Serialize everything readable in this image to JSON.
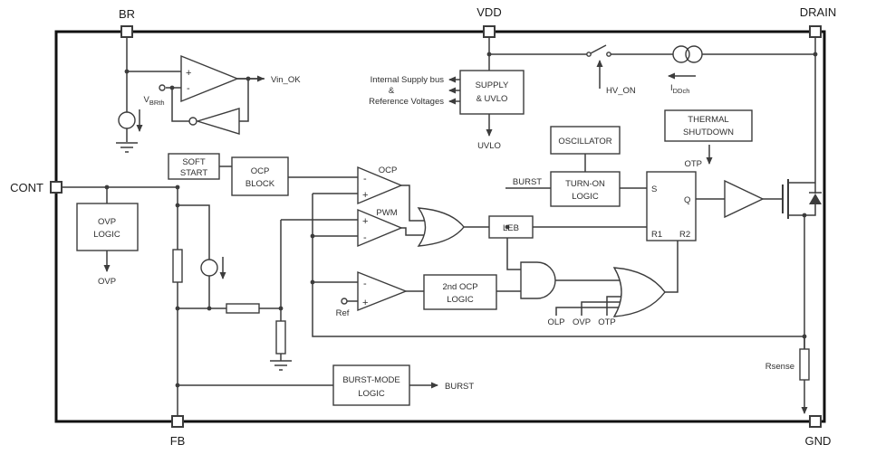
{
  "pins": {
    "br": "BR",
    "vdd": "VDD",
    "drain": "DRAIN",
    "cont": "CONT",
    "fb": "FB",
    "gnd": "GND"
  },
  "blocks": {
    "supply_line1": "SUPPLY",
    "supply_line2": "& UVLO",
    "oscillator": "OSCILLATOR",
    "thermal_line1": "THERMAL",
    "thermal_line2": "SHUTDOWN",
    "turnon_line1": "TURN-ON",
    "turnon_line2": "LOGIC",
    "soft_line1": "SOFT",
    "soft_line2": "START",
    "ocpblock_line1": "OCP",
    "ocpblock_line2": "BLOCK",
    "ovplogic_line1": "OVP",
    "ovplogic_line2": "LOGIC",
    "leb": "LEB",
    "ocp2_line1": "2nd OCP",
    "ocp2_line2": "LOGIC",
    "burst_line1": "BURST-MODE",
    "burst_line2": "LOGIC"
  },
  "signals": {
    "vin_ok": "Vin_OK",
    "vbrth_main": "V",
    "vbrth_sub": "BRth",
    "bus1": "Internal Supply bus",
    "bus2": "&",
    "bus3": "Reference Voltages",
    "uvlo": "UVLO",
    "hv_on": "HV_ON",
    "iddch_main": "I",
    "iddch_sub": "DDch",
    "otp_top": "OTP",
    "burst_in": "BURST",
    "burst_out": "BURST",
    "ff_s": "S",
    "ff_q": "Q",
    "ff_r1": "R1",
    "ff_r2": "R2",
    "ocp": "OCP",
    "pwm": "PWM",
    "ref": "Ref",
    "olp": "OLP",
    "ovp_gate": "OVP",
    "otp_gate": "OTP",
    "ovp_out": "OVP",
    "rsense": "Rsense",
    "plus": "+",
    "minus": "-"
  }
}
